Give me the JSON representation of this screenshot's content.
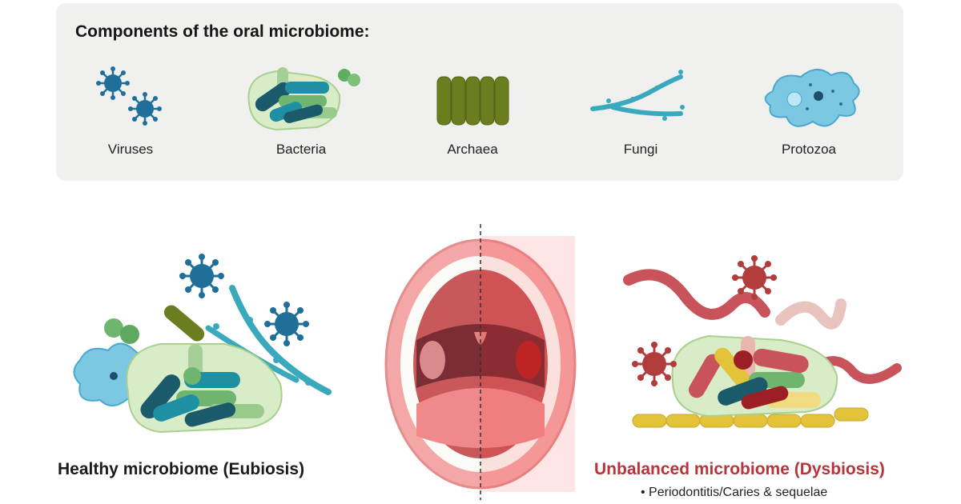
{
  "panel": {
    "title": "Components of the oral microbiome:",
    "components": [
      {
        "label": "Viruses",
        "icon": "virus-icon"
      },
      {
        "label": "Bacteria",
        "icon": "bacteria-icon"
      },
      {
        "label": "Archaea",
        "icon": "archaea-icon"
      },
      {
        "label": "Fungi",
        "icon": "fungi-icon"
      },
      {
        "label": "Protozoa",
        "icon": "protozoa-icon"
      }
    ]
  },
  "healthy": {
    "title": "Healthy microbiome (Eubiosis)"
  },
  "dysbiosis": {
    "title": "Unbalanced microbiome (Dysbiosis)",
    "bullet": "• Periodontitis/Caries & sequelae"
  },
  "colors": {
    "panel_bg": "#f0f1ef",
    "virus_healthy": "#1f6f9a",
    "virus_dysbiosis": "#b13c3c",
    "bacteria_teal": "#1f8fa3",
    "bacteria_green": "#6fb56f",
    "archaea": "#6a7d1f",
    "fungi": "#3aa9bd",
    "protozoa": "#5fb8da",
    "dysbiosis_worm": "#c9535a",
    "dysbiosis_yellow": "#e2c33a",
    "title_red": "#b8343a"
  }
}
